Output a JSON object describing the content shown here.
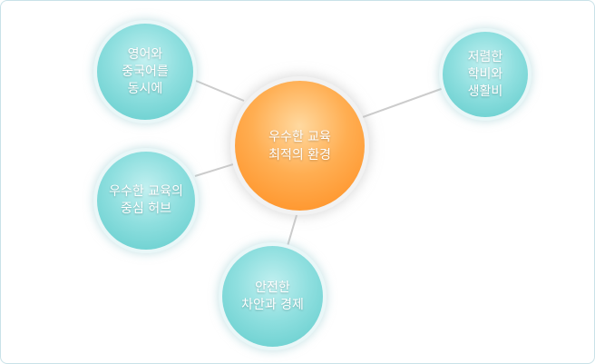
{
  "diagram": {
    "center": {
      "label": "우수한 교육\n최적의 환경"
    },
    "nodes": [
      {
        "id": "top-left",
        "label": "영어와\n중국어를\n동시에"
      },
      {
        "id": "top-right",
        "label": "저렴한\n학비와\n생활비"
      },
      {
        "id": "middle-left",
        "label": "우수한 교육의\n중심 허브"
      },
      {
        "id": "bottom",
        "label": "안전한\n차안과 경제"
      }
    ],
    "colors": {
      "center": "#ff9a30",
      "satellite": "#7fd8d8",
      "connector": "#cccccc",
      "border": "#c9e2e8"
    }
  }
}
